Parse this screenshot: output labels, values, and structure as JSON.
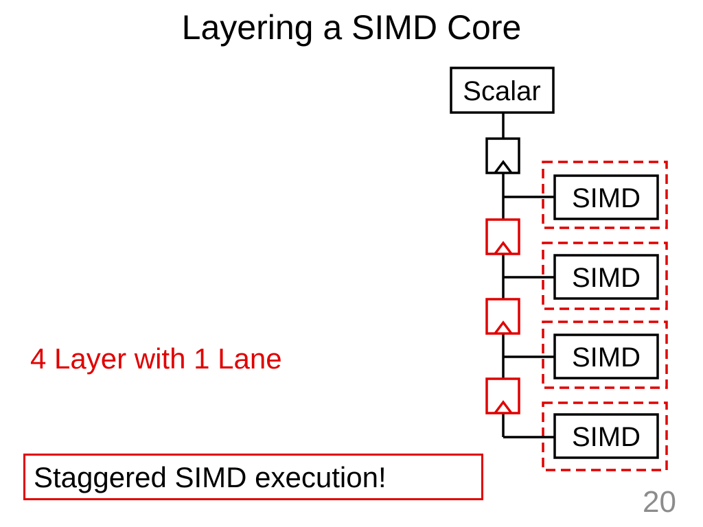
{
  "slide": {
    "title": "Layering a SIMD Core",
    "page_number": "20"
  },
  "diagram": {
    "scalar_label": "Scalar",
    "simd_units": [
      {
        "label": "SIMD"
      },
      {
        "label": "SIMD"
      },
      {
        "label": "SIMD"
      },
      {
        "label": "SIMD"
      }
    ]
  },
  "caption": {
    "text": "4 Layer with 1 Lane"
  },
  "callout": {
    "text": "Staggered SIMD execution!"
  },
  "colors": {
    "accent": "#e00000",
    "ink": "#000000",
    "page_number": "#8c8c8c"
  }
}
